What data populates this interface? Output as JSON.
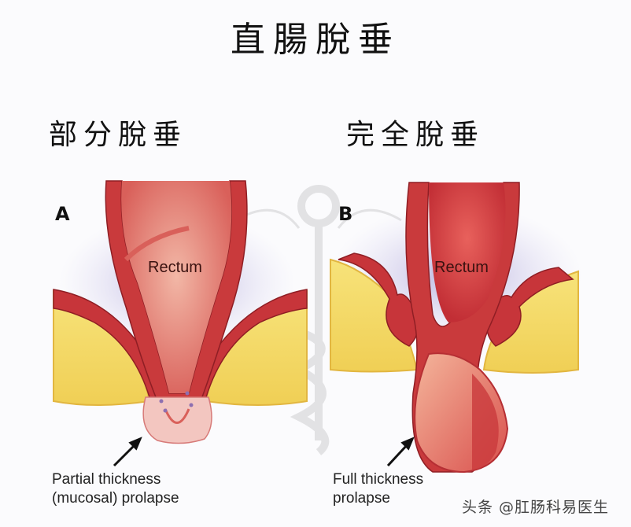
{
  "title": "直腸脫垂",
  "panels": [
    {
      "id": "A",
      "heading": "部分脫垂",
      "letter": "A",
      "organ_label": "Rectum",
      "caption_line1": "Partial thickness",
      "caption_line2": "(mucosal) prolapse"
    },
    {
      "id": "B",
      "heading": "完全脫垂",
      "letter": "B",
      "organ_label": "Rectum",
      "caption_line1": "Full thickness",
      "caption_line2": "prolapse"
    }
  ],
  "watermark": "头条 @肛肠科易医生",
  "colors": {
    "rectum_wall": "#c93a3c",
    "rectum_lumen": "#e8867a",
    "fat_tissue": "#f4dc6a",
    "muscle": "#c7353a",
    "shadow": "#b9b3dc",
    "mucosa_pink": "#f3c6c0"
  }
}
